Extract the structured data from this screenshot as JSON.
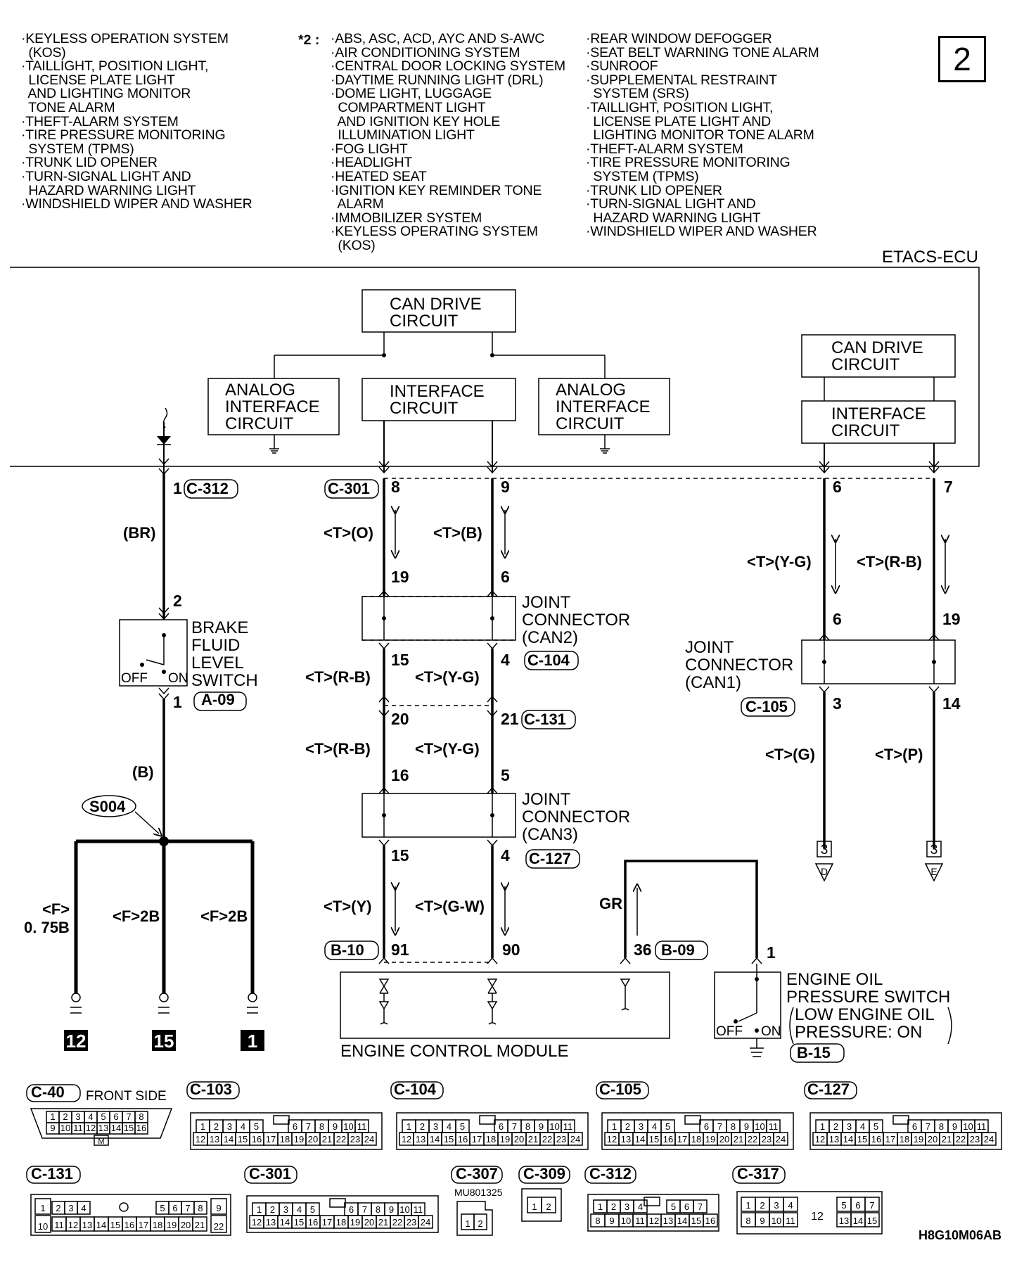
{
  "page_number": "2",
  "diagram_code": "H8G10M06AB",
  "star_marker": "*2 :",
  "notes": {
    "col1": [
      "·KEYLESS OPERATION SYSTEM",
      "  (KOS)",
      "·TAILLIGHT, POSITION LIGHT,",
      "  LICENSE PLATE LIGHT",
      "  AND LIGHTING MONITOR",
      "  TONE ALARM",
      "·THEFT-ALARM SYSTEM",
      "·TIRE PRESSURE MONITORING",
      "  SYSTEM (TPMS)",
      "·TRUNK LID OPENER",
      "·TURN-SIGNAL LIGHT AND",
      "  HAZARD WARNING LIGHT",
      "·WINDSHIELD WIPER AND WASHER"
    ],
    "col2": [
      "·ABS, ASC, ACD, AYC AND S-AWC",
      "·AIR CONDITIONING SYSTEM",
      "·CENTRAL DOOR LOCKING SYSTEM",
      "·DAYTIME RUNNING LIGHT (DRL)",
      "·DOME LIGHT, LUGGAGE",
      "  COMPARTMENT LIGHT",
      "  AND IGNITION KEY HOLE",
      "  ILLUMINATION LIGHT",
      "·FOG LIGHT",
      "·HEADLIGHT",
      "·HEATED SEAT",
      "·IGNITION KEY REMINDER TONE",
      "  ALARM",
      "·IMMOBILIZER SYSTEM",
      "·KEYLESS OPERATING SYSTEM",
      "  (KOS)"
    ],
    "col3": [
      "·REAR WINDOW DEFOGGER",
      "·SEAT BELT WARNING TONE ALARM",
      "·SUNROOF",
      "·SUPPLEMENTAL RESTRAINT",
      "  SYSTEM (SRS)",
      "·TAILLIGHT, POSITION LIGHT,",
      "  LICENSE PLATE LIGHT AND",
      "  LIGHTING MONITOR TONE ALARM",
      "·THEFT-ALARM SYSTEM",
      "·TIRE PRESSURE MONITORING",
      "  SYSTEM (TPMS)",
      "·TRUNK LID OPENER",
      "·TURN-SIGNAL LIGHT AND",
      "  HAZARD WARNING LIGHT",
      "·WINDSHIELD WIPER AND WASHER"
    ]
  },
  "ecu": {
    "label": "ETACS-ECU",
    "can_drive_1": [
      "CAN DRIVE",
      "CIRCUIT"
    ],
    "analog_left": [
      "ANALOG",
      "INTERFACE",
      "CIRCUIT"
    ],
    "interface_1": [
      "INTERFACE",
      "CIRCUIT"
    ],
    "analog_right": [
      "ANALOG",
      "INTERFACE",
      "CIRCUIT"
    ],
    "can_drive_2": [
      "CAN DRIVE",
      "CIRCUIT"
    ],
    "interface_2": [
      "INTERFACE",
      "CIRCUIT"
    ]
  },
  "components": {
    "brake_switch": [
      "BRAKE",
      "FLUID",
      "LEVEL",
      "SWITCH"
    ],
    "off": "OFF",
    "on": "ON",
    "joint_can2": [
      "JOINT",
      "CONNECTOR",
      "(CAN2)"
    ],
    "joint_can3": [
      "JOINT",
      "CONNECTOR",
      "(CAN3)"
    ],
    "joint_can1": [
      "JOINT",
      "CONNECTOR",
      "(CAN1)"
    ],
    "ecm": "ENGINE CONTROL MODULE",
    "oil_switch": [
      "ENGINE OIL",
      "PRESSURE SWITCH",
      "LOW ENGINE OIL",
      "PRESSURE: ON"
    ],
    "splice": "S004",
    "front_side": "FRONT SIDE",
    "part_number": "MU801325"
  },
  "connectors": {
    "c312": "C-312",
    "c301": "C-301",
    "c104": "C-104",
    "c131": "C-131",
    "c105": "C-105",
    "c127": "C-127",
    "b10": "B-10",
    "b09": "B-09",
    "a09": "A-09",
    "b15": "B-15"
  },
  "pins": {
    "p1": "1",
    "p2": "2",
    "p8": "8",
    "p9": "9",
    "p6": "6",
    "p7": "7",
    "p19": "19",
    "p6b": "6",
    "p15": "15",
    "p4": "4",
    "p6c": "6",
    "p19b": "19",
    "p20": "20",
    "p21": "21",
    "p3": "3",
    "p14": "14",
    "p16": "16",
    "p5": "5",
    "p15b": "15",
    "p4b": "4",
    "p91": "91",
    "p90": "90",
    "p36": "36",
    "p1b": "1",
    "p1c": "1"
  },
  "wires": {
    "br": "(BR)",
    "b": "(B)",
    "t0": "<T>(O)",
    "tb": "<T>(B)",
    "tyg": "<T>(Y-G)",
    "trb": "<T>(R-B)",
    "trb2": "<T>(R-B)",
    "tyg2": "<T>(Y-G)",
    "trb3": "<T>(R-B)",
    "tyg3": "<T>(Y-G)",
    "tg": "<T>(G)",
    "tp": "<T>(P)",
    "ty": "<T>(Y)",
    "tgw": "<T>(G-W)",
    "gr": "GR",
    "f075_a": "<F>",
    "f075_b": "0. 75B",
    "f2b_1": "<F>2B",
    "f2b_2": "<F>2B"
  },
  "grounds": {
    "g12": "12",
    "g15": "15",
    "g1": "1"
  },
  "refs": {
    "d_num": "3",
    "d_letter": "D",
    "e_num": "3",
    "e_letter": "E"
  },
  "connector_views": {
    "c40": {
      "label": "C-40",
      "row1": [
        "1",
        "2",
        "3",
        "4",
        "5",
        "6",
        "7",
        "8"
      ],
      "row2": [
        "9",
        "10",
        "11",
        "12",
        "13",
        "14",
        "15",
        "16"
      ],
      "marker": "M"
    },
    "c103": {
      "label": "C-103"
    },
    "c104": {
      "label": "C-104"
    },
    "c105": {
      "label": "C-105"
    },
    "c127": {
      "label": "C-127"
    },
    "row24_top": [
      "1",
      "2",
      "3",
      "4",
      "5",
      "6",
      "7",
      "8",
      "9",
      "10",
      "11"
    ],
    "row24_bottom": [
      "12",
      "13",
      "14",
      "15",
      "16",
      "17",
      "18",
      "19",
      "20",
      "21",
      "22",
      "23",
      "24"
    ],
    "c131": {
      "label": "C-131",
      "top": [
        "1",
        "2",
        "3",
        "4",
        "5",
        "6",
        "7",
        "8",
        "9"
      ],
      "bottom": [
        "10",
        "11",
        "12",
        "13",
        "14",
        "15",
        "16",
        "17",
        "18",
        "19",
        "20",
        "21",
        "22"
      ]
    },
    "c301": {
      "label": "C-301"
    },
    "c307": {
      "label": "C-307",
      "pins": [
        "1",
        "2"
      ]
    },
    "c309": {
      "label": "C-309",
      "pins": [
        "1",
        "2"
      ]
    },
    "c312": {
      "label": "C-312",
      "top": [
        "1",
        "2",
        "3",
        "4",
        "5",
        "6",
        "7"
      ],
      "bottom": [
        "8",
        "9",
        "10",
        "11",
        "12",
        "13",
        "14",
        "15",
        "16"
      ]
    },
    "c317": {
      "label": "C-317",
      "top": [
        "1",
        "2",
        "3",
        "4",
        "5",
        "6",
        "7"
      ],
      "bottom": [
        "8",
        "9",
        "10",
        "11",
        "13",
        "14",
        "15"
      ],
      "center": "12"
    }
  }
}
